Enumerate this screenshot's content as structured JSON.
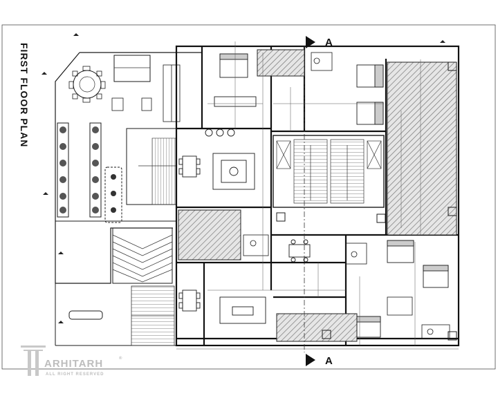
{
  "plan": {
    "title": "FIRST  FLOOR PLAN",
    "section_marks": [
      {
        "label": "A",
        "position": "top"
      },
      {
        "label": "A",
        "position": "bottom"
      }
    ]
  },
  "watermark": {
    "brand": "ARHITARH",
    "registered": "®",
    "rights": "ALL RIGHT RESERVED"
  }
}
